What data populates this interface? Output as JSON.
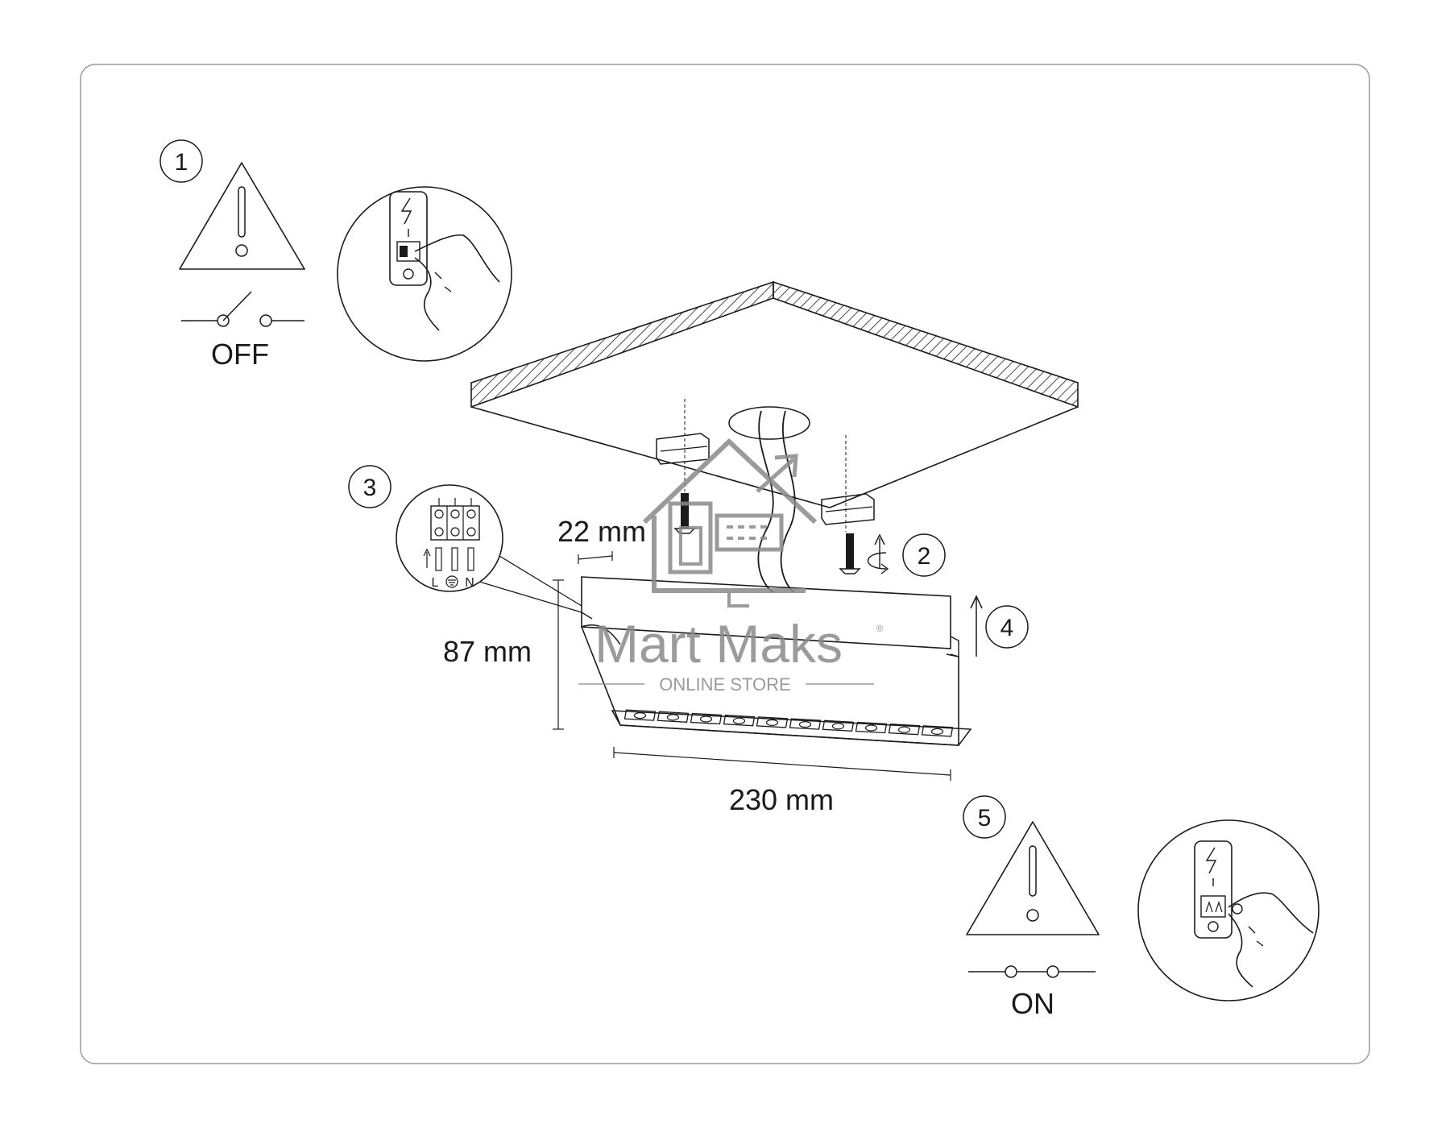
{
  "steps": {
    "step1": "1",
    "step2": "2",
    "step3": "3",
    "step4": "4",
    "step5": "5"
  },
  "switch_off_label": "OFF",
  "switch_on_label": "ON",
  "dimensions": {
    "depth": "22 mm",
    "height": "87 mm",
    "length": "230 mm"
  },
  "terminal_labels": {
    "live": "L",
    "neutral": "N"
  },
  "watermark": {
    "brand": "Mart Maks",
    "registered": "®",
    "tagline": "ONLINE STORE"
  },
  "icons": {
    "warning": "warning-triangle-icon",
    "power-switch": "wall-switch-icon",
    "ground": "ground-symbol-icon",
    "rotate": "rotate-arrow-icon",
    "lift": "up-arrow-icon"
  },
  "colors": {
    "line": "#1a1a1a",
    "watermark": "#8a8a8a",
    "frame": "#9a9a9a",
    "background": "#ffffff"
  }
}
